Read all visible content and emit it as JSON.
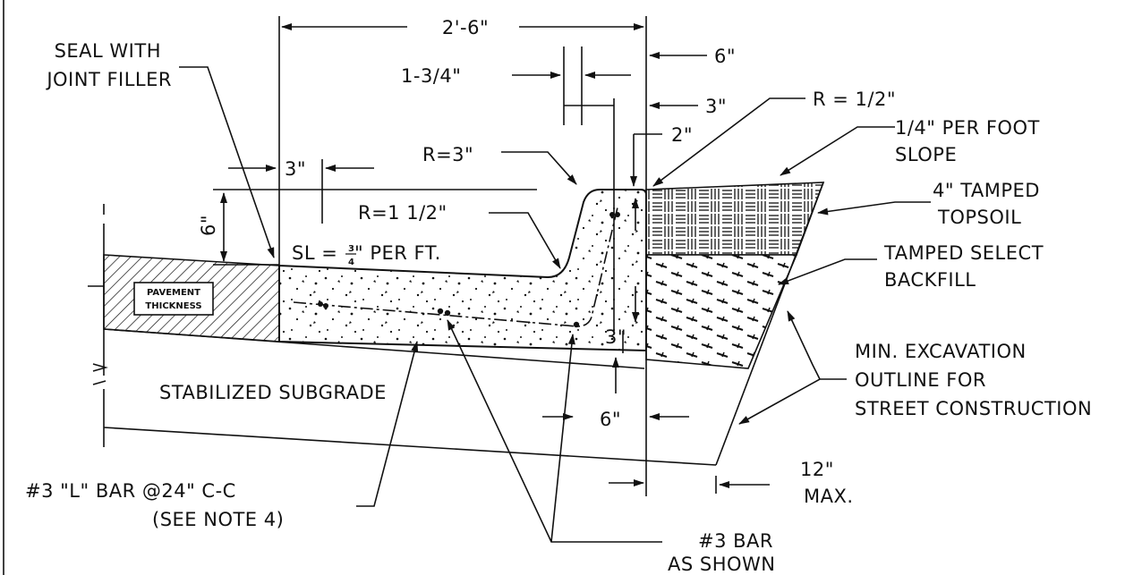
{
  "labels": {
    "overall_width": "2'-6\"",
    "offset_6_top": "6\"",
    "lip_width": "1-3/4\"",
    "offset_3": "3\"",
    "radius_half": "R  =  1/2\"",
    "slope_line1": "1/4\" PER FOOT",
    "slope_line2": "SLOPE",
    "gap_2": "2\"",
    "seal_line1": "SEAL WITH",
    "seal_line2": "JOINT FILLER",
    "radius_3": "R=3\"",
    "dim_3_left": "3\"",
    "topsoil_line1": "4\" TAMPED",
    "topsoil_line2": "TOPSOIL",
    "radius_1_5": "R=1  1/2\"",
    "backfill_line1": "TAMPED SELECT",
    "backfill_line2": "BACKFILL",
    "depth_6": "6\"",
    "slope_sl": "SL =",
    "slope_frac_num": "3",
    "slope_frac_den": "4",
    "slope_per_ft": "\" PER  FT.",
    "pavement_line1": "PAVEMENT",
    "pavement_line2": "THICKNESS",
    "dim_3_bottom": "3\"",
    "excavation_line1": "MIN. EXCAVATION",
    "excavation_line2": "OUTLINE FOR",
    "excavation_line3": "STREET CONSTRUCTION",
    "subgrade": "STABILIZED  SUBGRADE",
    "dim_6_bottom": "6\"",
    "dim_12": "12\"",
    "dim_12_max": "MAX.",
    "lbar_line1": "#3  \"L\"  BAR  @24\"  C-C",
    "lbar_line2": "(SEE  NOTE  4)",
    "bar_line1": "#3  BAR",
    "bar_line2": "AS  SHOWN"
  }
}
